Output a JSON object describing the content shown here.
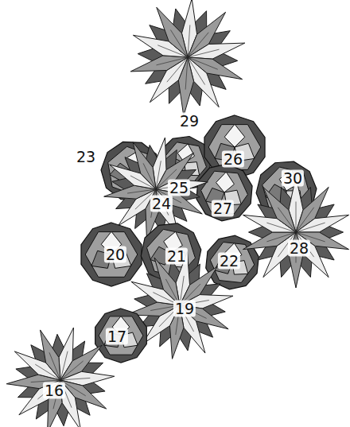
{
  "diagram": {
    "labels": [
      "29",
      "25",
      "26",
      "23",
      "24",
      "27",
      "30",
      "20",
      "21",
      "22",
      "28",
      "19",
      "17",
      "16"
    ]
  }
}
